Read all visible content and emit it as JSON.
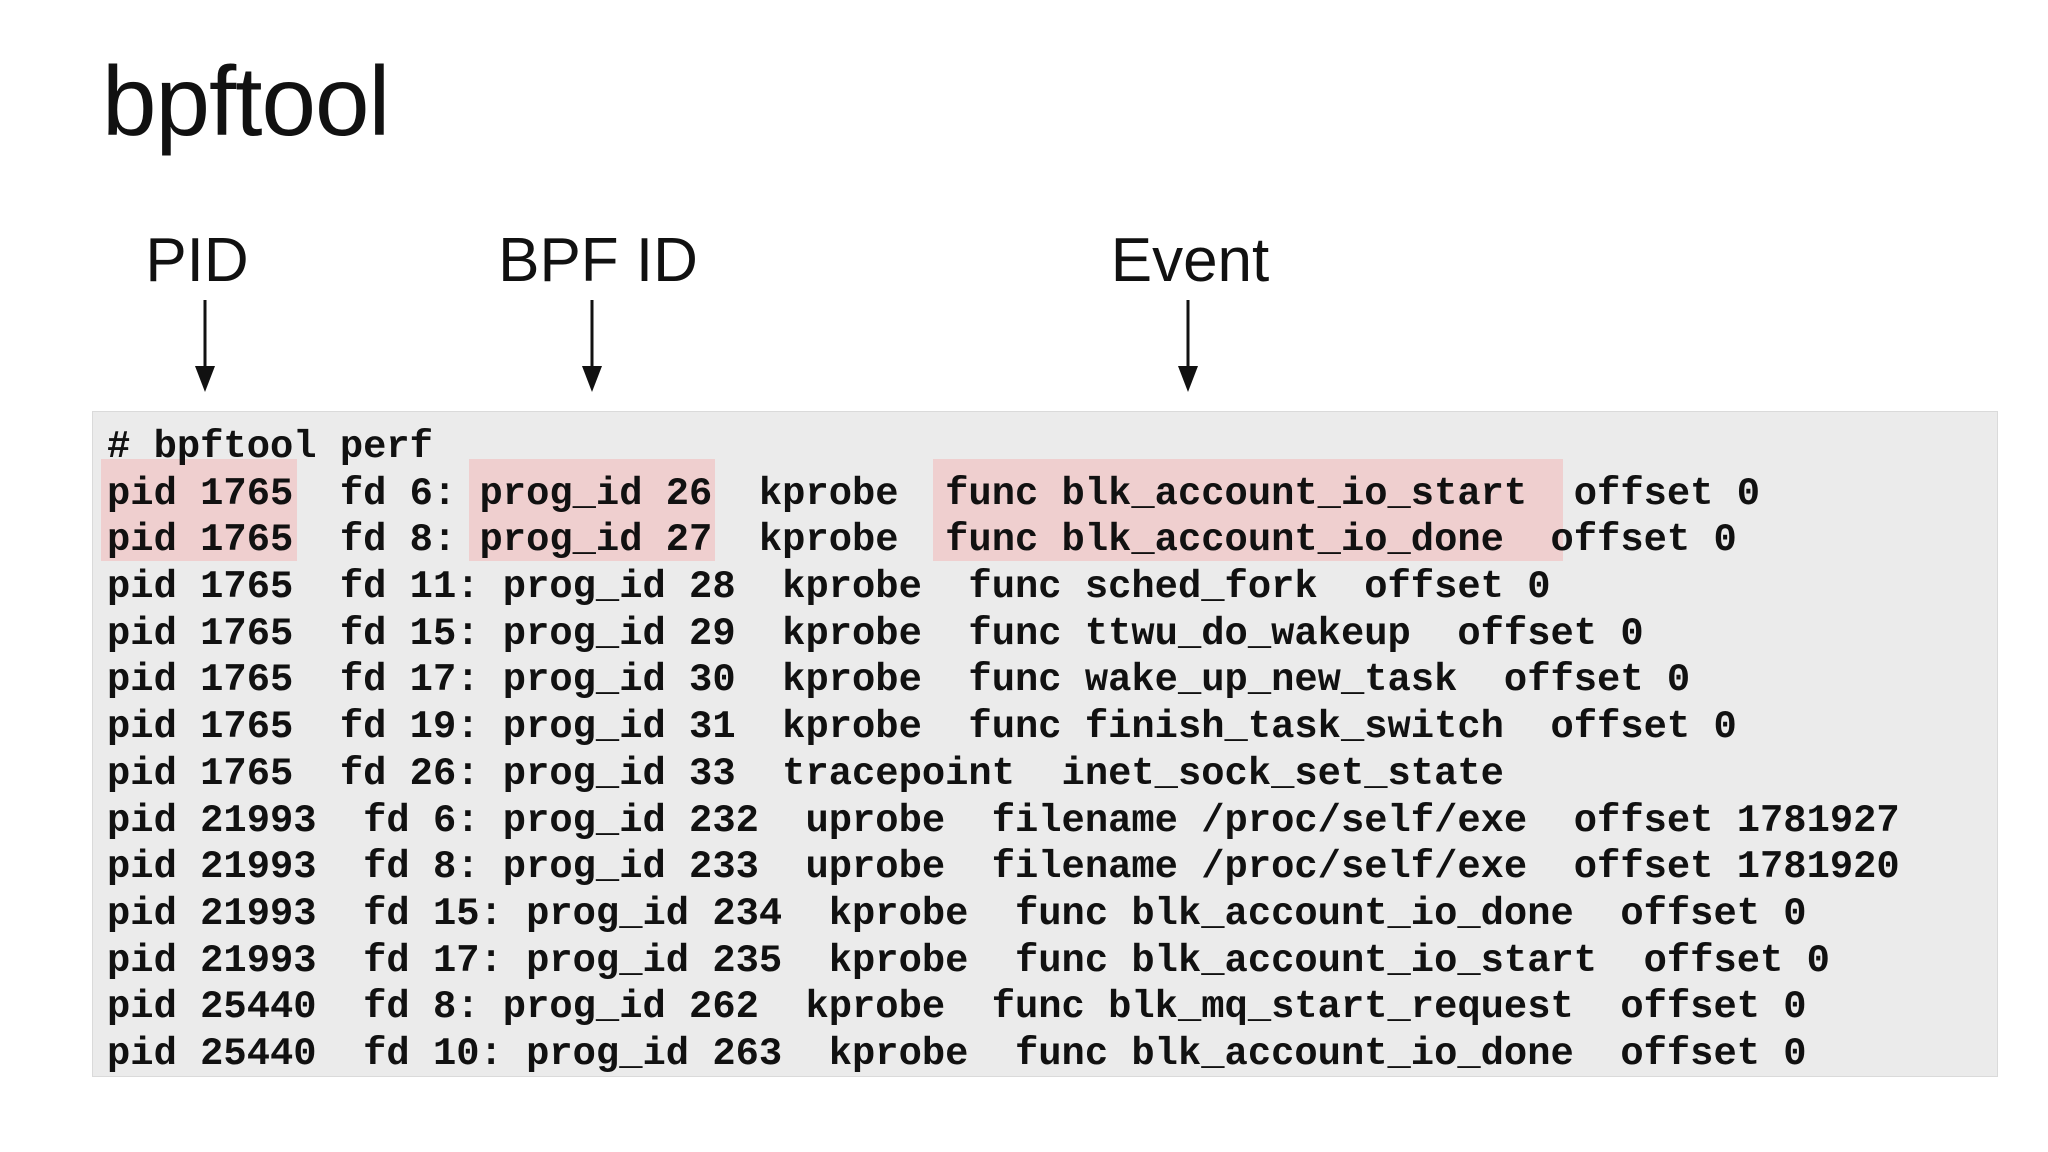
{
  "slide": {
    "title": "bpftool"
  },
  "labels": [
    {
      "text": "PID",
      "arrow": "down-arrow"
    },
    {
      "text": "BPF ID",
      "arrow": "down-arrow"
    },
    {
      "text": "Event",
      "arrow": "down-arrow"
    }
  ],
  "terminal": {
    "lines": [
      "# bpftool perf",
      "pid 1765  fd 6: prog_id 26  kprobe  func blk_account_io_start  offset 0",
      "pid 1765  fd 8: prog_id 27  kprobe  func blk_account_io_done  offset 0",
      "pid 1765  fd 11: prog_id 28  kprobe  func sched_fork  offset 0",
      "pid 1765  fd 15: prog_id 29  kprobe  func ttwu_do_wakeup  offset 0",
      "pid 1765  fd 17: prog_id 30  kprobe  func wake_up_new_task  offset 0",
      "pid 1765  fd 19: prog_id 31  kprobe  func finish_task_switch  offset 0",
      "pid 1765  fd 26: prog_id 33  tracepoint  inet_sock_set_state",
      "pid 21993  fd 6: prog_id 232  uprobe  filename /proc/self/exe  offset 1781927",
      "pid 21993  fd 8: prog_id 233  uprobe  filename /proc/self/exe  offset 1781920",
      "pid 21993  fd 15: prog_id 234  kprobe  func blk_account_io_done  offset 0",
      "pid 21993  fd 17: prog_id 235  kprobe  func blk_account_io_start  offset 0",
      "pid 25440  fd 8: prog_id 262  kprobe  func blk_mq_start_request  offset 0",
      "pid 25440  fd 10: prog_id 263  kprobe  func blk_account_io_done  offset 0"
    ]
  },
  "colors": {
    "highlight": "#f0c4c4",
    "terminal_bg": "#ebebeb",
    "text": "#111111"
  }
}
